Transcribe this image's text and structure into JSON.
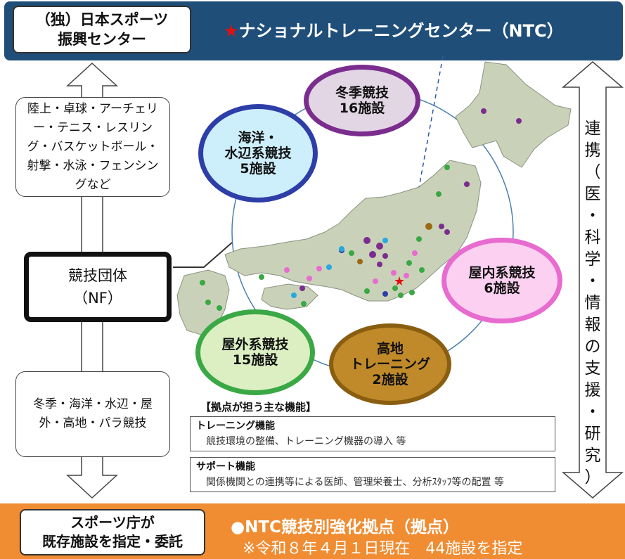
{
  "header": {
    "jsc_line1": "（独）日本スポーツ",
    "jsc_line2": "振興センター",
    "ntc_star": "★",
    "ntc_title": "ナショナルトレーニングセンター（NTC）"
  },
  "left": {
    "sports_list": "陸上・卓球・アーチェリー・テニス・レスリング・バスケットボール・射撃・水泳・フェンシングなど",
    "nf_line1": "競技団体",
    "nf_line2": "（NF）",
    "winter_list": "冬季・海洋・水辺・屋外・高地・パラ競技"
  },
  "right_label": [
    "連",
    "携",
    "（",
    "医",
    "・",
    "科",
    "学",
    "・",
    "情",
    "報",
    "の",
    "支",
    "援",
    "・",
    "研",
    "究",
    "）"
  ],
  "ovals": {
    "winter": {
      "line1": "冬季競技",
      "line2": "16施設"
    },
    "marine": {
      "line1": "海洋・",
      "line2": "水辺系競技",
      "line3": "5施設"
    },
    "indoor": {
      "line1": "屋内系競技",
      "line2": "6施設"
    },
    "outdoor": {
      "line1": "屋外系競技",
      "line2": "15施設"
    },
    "altitude": {
      "line1": "高地",
      "line2": "トレーニング",
      "line3": "2施設"
    }
  },
  "functions": {
    "title": "【拠点が担う主な機能】",
    "training_head": "トレーニング機能",
    "training_body": "競技環境の整備、トレーニング機器の導入 等",
    "support_head": "サポート機能",
    "support_body": "関係機関との連携等による医師、管理栄養士、分析ｽﾀｯﾌ等の配置 等"
  },
  "footer": {
    "sports_agency_line1": "スポーツ庁が",
    "sports_agency_line2": "既存施設を指定・委託",
    "base_title": "●NTC競技別強化拠点（拠点）",
    "base_note": "※令和８年４月１日現在　44施設を指定"
  },
  "colors": {
    "header_bg": "#1f4e79",
    "footer_bg": "#f08c32",
    "winter": "#7b2d8e",
    "marine": "#2e3ea8",
    "indoor": "#e86bd0",
    "outdoor": "#3aa845",
    "altitude": "#9a6a12",
    "map_fill": "#c9d2b8"
  }
}
